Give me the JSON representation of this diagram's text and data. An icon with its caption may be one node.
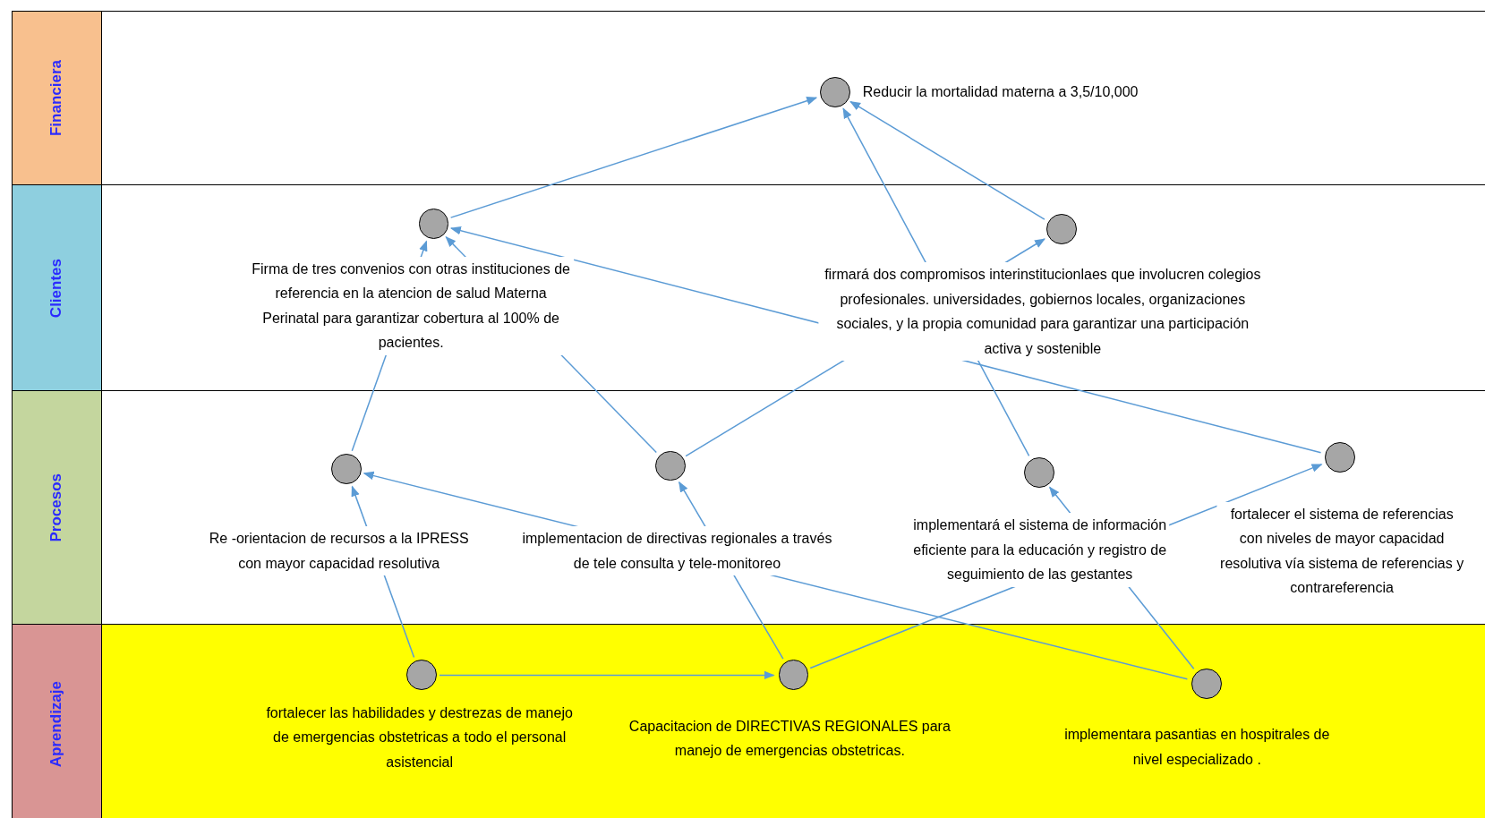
{
  "diagram": {
    "nodes": [
      {
        "text": [
          "Financiera"
        ]
      },
      {
        "text": [
          "Clientes"
        ]
      },
      {
        "text": [
          "Procesos"
        ]
      },
      {
        "text": [
          "Aprendizaje"
        ]
      },
      {
        "text": [],
        "shape": "circle",
        "in": 0,
        "beside": [
          "Reducir la mortalidad materna a 3,5/10,000"
        ]
      },
      {
        "text": [],
        "shape": "circle",
        "in": 1,
        "beside": [
          "Firma de tres convenios con otras instituciones de referencia en la atencion de salud Materna Perinatal para garantizar cobertura al 100% de pacientes."
        ]
      },
      {
        "text": [],
        "shape": "circle",
        "in": 1,
        "beside": [
          "firmará dos compromisos interinstitucionlaes que involucren colegios profesionales. universidades, gobiernos locales, organizaciones sociales, y la propia comunidad para garantizar una participación activa y sostenible"
        ]
      },
      {
        "text": [],
        "shape": "circle",
        "in": 2,
        "beside": [
          "Re -orientacion de recursos a la IPRESS con mayor capacidad resolutiva"
        ]
      },
      {
        "text": [],
        "shape": "circle",
        "in": 2,
        "beside": [
          "implementacion de directivas regionales a través de tele consulta y tele-monitoreo"
        ]
      },
      {
        "text": [],
        "shape": "circle",
        "in": 2,
        "beside": [
          "implementará el sistema de información eficiente para la educación y registro de seguimiento de las gestantes"
        ]
      },
      {
        "text": [],
        "shape": "circle",
        "in": 2,
        "beside": [
          "fortalecer el sistema de referencias con niveles de mayor capacidad resolutiva vía sistema de referencias y contrareferencia"
        ]
      },
      {
        "text": [],
        "shape": "circle",
        "in": 3,
        "beside": [
          "fortalecer las habilidades y destrezas de manejo de emergencias obstetricas a todo el personal asistencial"
        ]
      },
      {
        "text": [],
        "shape": "circle",
        "in": 3,
        "beside": [
          "Capacitacion de DIRECTIVAS REGIONALES para manejo de emergencias obstetricas."
        ]
      },
      {
        "text": [],
        "shape": "circle",
        "in": 3,
        "beside": [
          "implementara pasantias en hospitrales de nivel especializado ."
        ]
      }
    ],
    "edges": [
      {
        "from": 5,
        "to": 4,
        "arrow": "to"
      },
      {
        "from": 6,
        "to": 4,
        "arrow": "to"
      },
      {
        "from": 9,
        "to": 4,
        "arrow": "to"
      },
      {
        "from": 7,
        "to": 5,
        "arrow": "to"
      },
      {
        "from": 8,
        "to": 5,
        "arrow": "to"
      },
      {
        "from": 8,
        "to": 6,
        "arrow": "to"
      },
      {
        "from": 10,
        "to": 5,
        "arrow": "to"
      },
      {
        "from": 11,
        "to": 7,
        "arrow": "to"
      },
      {
        "from": 11,
        "to": 12,
        "arrow": "to"
      },
      {
        "from": 12,
        "to": 8,
        "arrow": "to"
      },
      {
        "from": 12,
        "to": 10,
        "arrow": "to"
      },
      {
        "from": 13,
        "to": 7,
        "arrow": "to"
      },
      {
        "from": 13,
        "to": 9,
        "arrow": "to"
      }
    ]
  }
}
